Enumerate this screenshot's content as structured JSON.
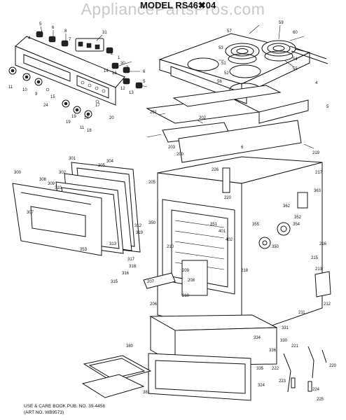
{
  "header": {
    "title": "MODEL RS46✖04",
    "watermark": "AppliancePartsPros.com"
  },
  "footer": {
    "line1": "USE & CARE BOOK PUB. NO. 39-4456",
    "line2": "(ART NO. WB9573)"
  },
  "callouts": [
    {
      "id": "c1",
      "text": "5"
    },
    {
      "id": "c2",
      "text": "6"
    },
    {
      "id": "c3",
      "text": "8"
    },
    {
      "id": "c4",
      "text": "31"
    },
    {
      "id": "c5",
      "text": "4"
    },
    {
      "id": "c6",
      "text": "7"
    },
    {
      "id": "c7",
      "text": "2"
    },
    {
      "id": "c8",
      "text": "1"
    },
    {
      "id": "c9",
      "text": "30"
    },
    {
      "id": "c10",
      "text": "3"
    },
    {
      "id": "c11",
      "text": "14"
    },
    {
      "id": "c12",
      "text": "16"
    },
    {
      "id": "c13",
      "text": "6"
    },
    {
      "id": "c14",
      "text": "5"
    },
    {
      "id": "c15",
      "text": "12"
    },
    {
      "id": "c16",
      "text": "13"
    },
    {
      "id": "c17",
      "text": "11"
    },
    {
      "id": "c18",
      "text": "10"
    },
    {
      "id": "c19",
      "text": "9"
    },
    {
      "id": "c20",
      "text": "15"
    },
    {
      "id": "c21",
      "text": "17"
    },
    {
      "id": "c22",
      "text": "20"
    },
    {
      "id": "c23",
      "text": "18"
    },
    {
      "id": "c24",
      "text": "19"
    },
    {
      "id": "c25",
      "text": "19"
    },
    {
      "id": "c26",
      "text": "11"
    },
    {
      "id": "c27",
      "text": "18"
    },
    {
      "id": "c28",
      "text": "24"
    },
    {
      "id": "c29",
      "text": "57"
    },
    {
      "id": "c30",
      "text": "59"
    },
    {
      "id": "c31",
      "text": "60"
    },
    {
      "id": "c32",
      "text": "53"
    },
    {
      "id": "c33",
      "text": "54"
    },
    {
      "id": "c34",
      "text": "55"
    },
    {
      "id": "c35",
      "text": "51"
    },
    {
      "id": "c36",
      "text": "52"
    },
    {
      "id": "c37",
      "text": "56"
    },
    {
      "id": "c38",
      "text": "4"
    },
    {
      "id": "c39",
      "text": "5"
    },
    {
      "id": "c40",
      "text": "201"
    },
    {
      "id": "c41",
      "text": "202"
    },
    {
      "id": "c42",
      "text": "203"
    },
    {
      "id": "c43",
      "text": "200"
    },
    {
      "id": "c44",
      "text": "6"
    },
    {
      "id": "c45",
      "text": "219"
    },
    {
      "id": "c46",
      "text": "217"
    },
    {
      "id": "c47",
      "text": "226"
    },
    {
      "id": "c48",
      "text": "205"
    },
    {
      "id": "c49",
      "text": "220"
    },
    {
      "id": "c50",
      "text": "363"
    },
    {
      "id": "c51",
      "text": "362"
    },
    {
      "id": "c52",
      "text": "354"
    },
    {
      "id": "c53",
      "text": "355"
    },
    {
      "id": "c54",
      "text": "350"
    },
    {
      "id": "c55",
      "text": "351"
    },
    {
      "id": "c56",
      "text": "402"
    },
    {
      "id": "c57",
      "text": "401"
    },
    {
      "id": "c58",
      "text": "350"
    },
    {
      "id": "c59",
      "text": "210"
    },
    {
      "id": "c60",
      "text": "304"
    },
    {
      "id": "c61",
      "text": "301"
    },
    {
      "id": "c62",
      "text": "305"
    },
    {
      "id": "c63",
      "text": "300"
    },
    {
      "id": "c64",
      "text": "302"
    },
    {
      "id": "c65",
      "text": "308"
    },
    {
      "id": "c66",
      "text": "309"
    },
    {
      "id": "c67",
      "text": "310"
    },
    {
      "id": "c68",
      "text": "312"
    },
    {
      "id": "c69",
      "text": "307"
    },
    {
      "id": "c70",
      "text": "313"
    },
    {
      "id": "c71",
      "text": "319"
    },
    {
      "id": "c72",
      "text": "317"
    },
    {
      "id": "c73",
      "text": "318"
    },
    {
      "id": "c74",
      "text": "316"
    },
    {
      "id": "c75",
      "text": "315"
    },
    {
      "id": "c76",
      "text": "207"
    },
    {
      "id": "c77",
      "text": "208"
    },
    {
      "id": "c78",
      "text": "209"
    },
    {
      "id": "c79",
      "text": "218"
    },
    {
      "id": "c80",
      "text": "206"
    },
    {
      "id": "c81",
      "text": "211"
    },
    {
      "id": "c82",
      "text": "212"
    },
    {
      "id": "c83",
      "text": "216"
    },
    {
      "id": "c84",
      "text": "331"
    },
    {
      "id": "c85",
      "text": "330"
    },
    {
      "id": "c86",
      "text": "334"
    },
    {
      "id": "c87",
      "text": "336"
    },
    {
      "id": "c88",
      "text": "335"
    },
    {
      "id": "c89",
      "text": "324"
    },
    {
      "id": "c90",
      "text": "380"
    },
    {
      "id": "c91",
      "text": "381"
    },
    {
      "id": "c92",
      "text": "221"
    },
    {
      "id": "c93",
      "text": "222"
    },
    {
      "id": "c94",
      "text": "223"
    },
    {
      "id": "c95",
      "text": "224"
    },
    {
      "id": "c96",
      "text": "225"
    },
    {
      "id": "c97",
      "text": "220"
    },
    {
      "id": "c98",
      "text": "352"
    },
    {
      "id": "c99",
      "text": "353"
    },
    {
      "id": "c100",
      "text": "213"
    },
    {
      "id": "c101",
      "text": "215"
    },
    {
      "id": "c102",
      "text": "210"
    }
  ]
}
